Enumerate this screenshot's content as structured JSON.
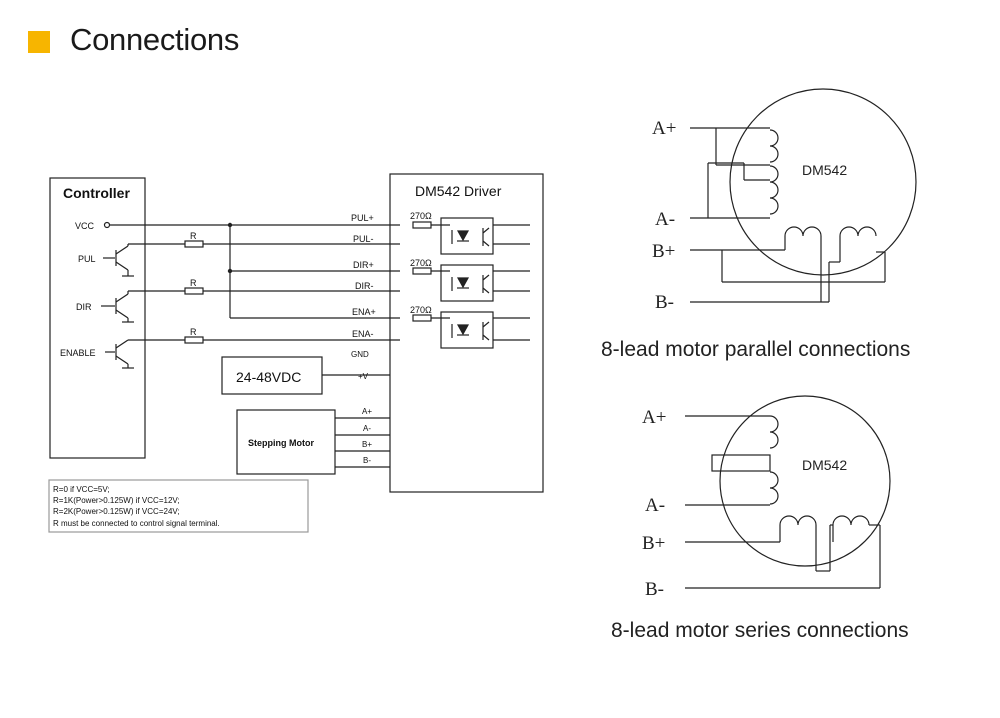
{
  "header": {
    "title": "Connections",
    "accent_color": "#f7b500"
  },
  "wiring": {
    "controller_title": "Controller",
    "controller_pins": [
      "VCC",
      "PUL",
      "DIR",
      "ENABLE"
    ],
    "resistor_label": "R",
    "driver_title": "DM542 Driver",
    "driver_resistor_label": "270Ω",
    "driver_terminals": [
      "PUL+",
      "PUL-",
      "DIR+",
      "DIR-",
      "ENA+",
      "ENA-",
      "GND",
      "+V"
    ],
    "power_label": "24-48VDC",
    "motor_label": "Stepping Motor",
    "motor_terminals": [
      "A+",
      "A-",
      "B+",
      "B-"
    ],
    "notes": [
      "R=0 if VCC=5V;",
      "R=1K(Power>0.125W) if VCC=12V;",
      "R=2K(Power>0.125W) if VCC=24V;",
      "R must be connected to control signal terminal."
    ]
  },
  "parallel": {
    "motor_label": "DM542",
    "labels": [
      "A+",
      "A-",
      "B+",
      "B-"
    ],
    "caption": "8-lead motor parallel connections"
  },
  "series": {
    "motor_label": "DM542",
    "labels": [
      "A+",
      "A-",
      "B+",
      "B-"
    ],
    "caption": "8-lead motor series connections"
  }
}
